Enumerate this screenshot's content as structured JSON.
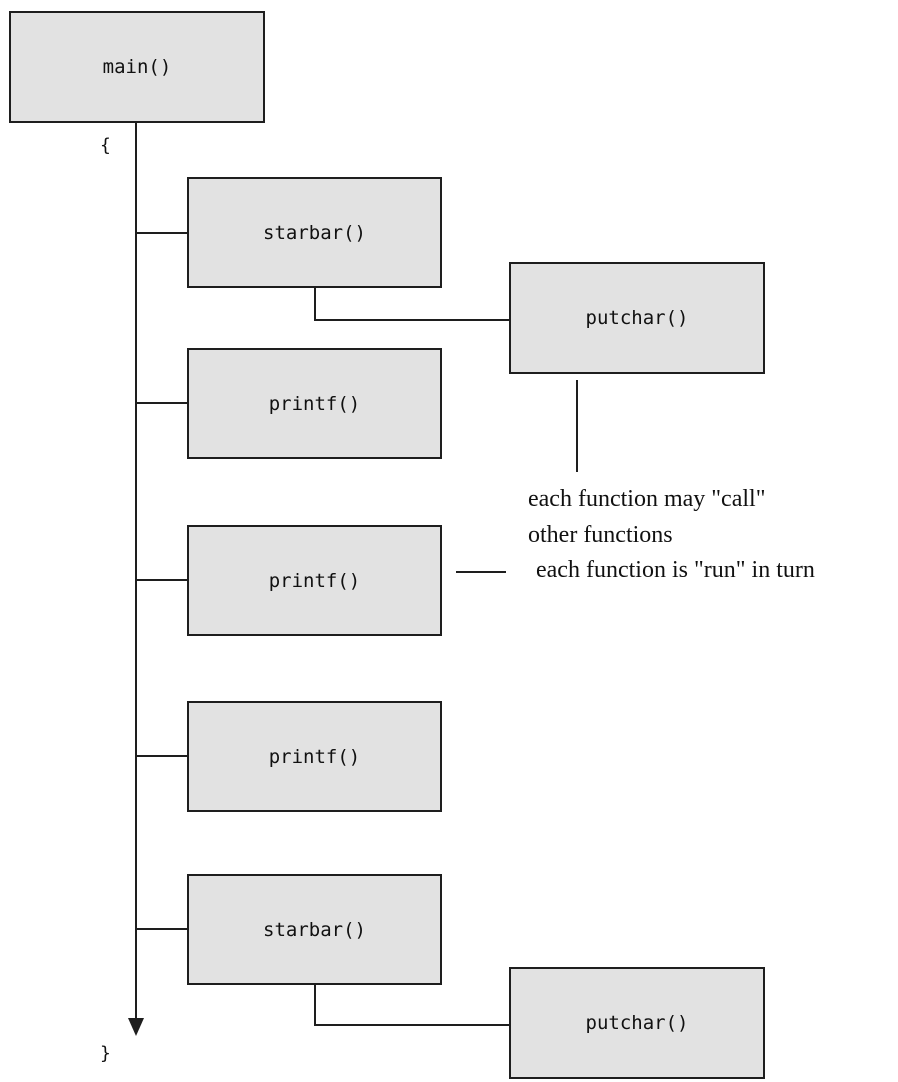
{
  "diagram": {
    "root": {
      "label": "main()",
      "open_brace": "{",
      "close_brace": "}"
    },
    "calls": [
      {
        "label": "starbar()",
        "subcall": "putchar()"
      },
      {
        "label": "printf()"
      },
      {
        "label": "printf()"
      },
      {
        "label": "printf()"
      },
      {
        "label": "starbar()",
        "subcall": "putchar()"
      }
    ],
    "notes": {
      "call_line_1": "each function may \"call\"",
      "call_line_2": "other functions",
      "run": "each function is \"run\" in turn"
    }
  },
  "colors": {
    "box_fill": "#e2e2e2",
    "line": "#1e1e1e",
    "text": "#111111"
  }
}
